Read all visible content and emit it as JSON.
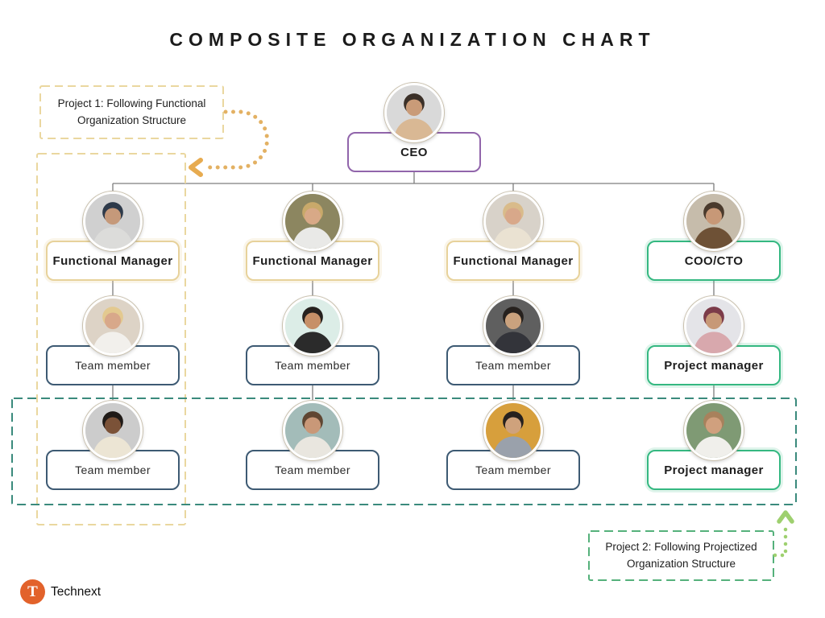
{
  "title": "COMPOSITE ORGANIZATION CHART",
  "legend": {
    "project1": {
      "text_line1": "Project 1: Following Functional",
      "text_line2": "Organization Structure"
    },
    "project2": {
      "text_line1": "Project 2: Following Projectized",
      "text_line2": "Organization Structure"
    }
  },
  "org": {
    "ceo": {
      "role": "CEO",
      "avatar": {
        "bg": "#d9d9d9",
        "hair": "#3b3028",
        "skin": "#c99b78",
        "shirt": "#d9b894"
      }
    },
    "columns": [
      {
        "manager": {
          "role": "Functional Manager",
          "avatar": {
            "bg": "#d0d0d0",
            "hair": "#2e3a4a",
            "skin": "#c5997a",
            "shirt": "#dcdcda"
          }
        },
        "member1": {
          "role": "Team member",
          "avatar": {
            "bg": "#ddd3c6",
            "hair": "#e3c98f",
            "skin": "#d8a88a",
            "shirt": "#f2f0ec"
          }
        },
        "member2": {
          "role": "Team member",
          "avatar": {
            "bg": "#cccccc",
            "hair": "#1f1a17",
            "skin": "#7b5238",
            "shirt": "#ece5d4"
          }
        }
      },
      {
        "manager": {
          "role": "Functional Manager",
          "avatar": {
            "bg": "#8c8660",
            "hair": "#c9a96a",
            "skin": "#d8a987",
            "shirt": "#e9e9e7"
          }
        },
        "member1": {
          "role": "Team member",
          "avatar": {
            "bg": "#dcede7",
            "hair": "#26211e",
            "skin": "#c79068",
            "shirt": "#2b2b2b"
          }
        },
        "member2": {
          "role": "Team member",
          "avatar": {
            "bg": "#a3bcb9",
            "hair": "#5f4632",
            "skin": "#c99878",
            "shirt": "#e9e6df"
          }
        }
      },
      {
        "manager": {
          "role": "Functional Manager",
          "avatar": {
            "bg": "#d8d2c9",
            "hair": "#d9bb8a",
            "skin": "#d8a88a",
            "shirt": "#eae2d2"
          }
        },
        "member1": {
          "role": "Team member",
          "avatar": {
            "bg": "#5f5f5f",
            "hair": "#26211e",
            "skin": "#caa27e",
            "shirt": "#33343a"
          }
        },
        "member2": {
          "role": "Team member",
          "avatar": {
            "bg": "#d79f3c",
            "hair": "#26211e",
            "skin": "#cfa27c",
            "shirt": "#9aa1ab"
          }
        }
      },
      {
        "manager": {
          "role": "COO/CTO",
          "avatar": {
            "bg": "#c6bcab",
            "hair": "#4a3a2c",
            "skin": "#c79877",
            "shirt": "#6e5136"
          }
        },
        "member1": {
          "role": "Project manager",
          "avatar": {
            "bg": "#e4e4e8",
            "hair": "#7c3b49",
            "skin": "#c79877",
            "shirt": "#d8a8ad"
          }
        },
        "member2": {
          "role": "Project manager",
          "avatar": {
            "bg": "#7f9a74",
            "hair": "#a8815c",
            "skin": "#d0a07e",
            "shirt": "#f0efeb"
          }
        }
      }
    ]
  },
  "branding": {
    "logo_letter": "T",
    "logo_text": "Technext"
  },
  "colors": {
    "ceo_border": "#9165ab",
    "functional_border": "#e7d29b",
    "member_border": "#3d5a73",
    "projectized_border": "#35b881",
    "project1_dash": "#ead79f",
    "project1_arrow_dots": "#e3b163",
    "project1_arrow_head": "#e7ab50",
    "project2_zone_dash": "#3a8a7c",
    "project2_box_dash": "#55b17b",
    "project2_arrow": "#9ed06f",
    "connector": "#7d7d7d",
    "logo_orange": "#e2622b"
  }
}
